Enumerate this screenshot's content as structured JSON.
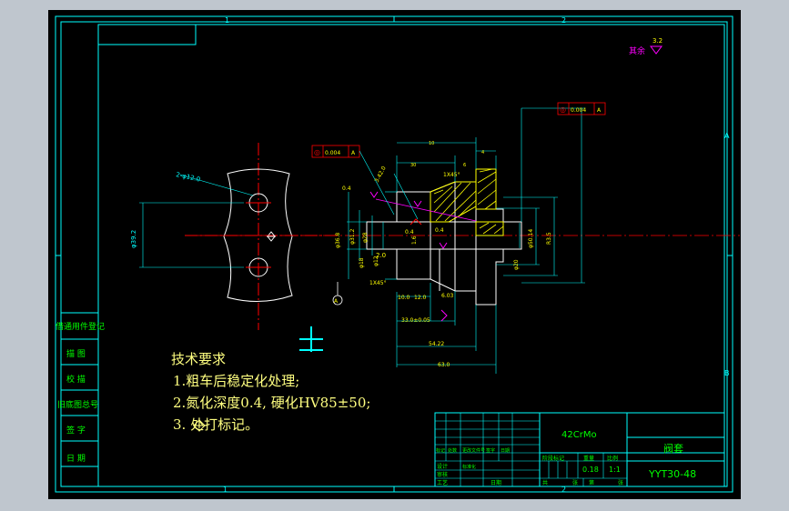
{
  "colors": {
    "canvas_bg": "#bfc6ce",
    "drawing_bg": "#000000",
    "frame": "#00ffff",
    "text_yellow": "#ffff00",
    "text_green": "#00ff00",
    "center_red": "#ff0000",
    "section_line": "#ff00ff",
    "note_yellow": "#ffff80"
  },
  "border": {
    "zone_top": [
      "1",
      "2"
    ],
    "zone_right": [
      "A",
      "B"
    ],
    "zone_bottom": [
      "1",
      "2"
    ]
  },
  "roughness": {
    "label": "其余",
    "value": "3.2"
  },
  "tolerance_frames": [
    {
      "symbol": "◎",
      "value": "0.004",
      "datum": "A"
    },
    {
      "symbol": "◎",
      "value": "0.004",
      "datum": "A"
    }
  ],
  "dimensions": {
    "hole": "2-φ12.0",
    "d_left": "φ39.2",
    "d_a": "φ36.8",
    "d_b": "φ31.2",
    "d_c": "φ28",
    "d_d": "φ18",
    "d_e": "φ12",
    "d_f": "φ20",
    "d_g": "φ50.14",
    "d_h": "R3.5",
    "chamfer1": "1X45°",
    "chamfer2": "1X45°",
    "l_20": "2.0",
    "l_10": "10.0",
    "l_12": "12.0",
    "l_33": "33.0±0.05",
    "l_54": "54.22",
    "l_63": "63.0",
    "l_68": "6.03",
    "l_30": "30",
    "angle": "3.42.0",
    "rough_a": "0.4",
    "rough_b": "0.4",
    "rough_c": "1.6",
    "rough_d": "0.4",
    "datum": "A",
    "top_a": "10",
    "top_b": "6",
    "top_c": "4"
  },
  "notes": {
    "title": "技术要求",
    "lines": [
      "1.粗车后稳定化处理;",
      "2.氮化深度0.4, 硬化HV85±50;",
      "3.  处打标记。"
    ]
  },
  "side_block": [
    "借通用件登记",
    "描  图",
    "校  描",
    "旧底图总号",
    "签  字",
    "日  期"
  ],
  "title_block": {
    "material": "42CrMo",
    "part_name": "阀套",
    "drawing_no": "YYT30-48",
    "weight": "0.18",
    "scale": "1:1",
    "headers": {
      "stage_mark": "阶段标记",
      "weight": "重量",
      "scale": "比例"
    },
    "rows": [
      "标记",
      "处数",
      "更改文件号",
      "签字",
      "日期"
    ],
    "row_labels": [
      "设计",
      "标准化",
      "审核",
      "工艺"
    ],
    "date_label": "日期",
    "sheet_a": "共",
    "sheet_b": "张",
    "sheet_c": "第",
    "sheet_d": "张"
  }
}
